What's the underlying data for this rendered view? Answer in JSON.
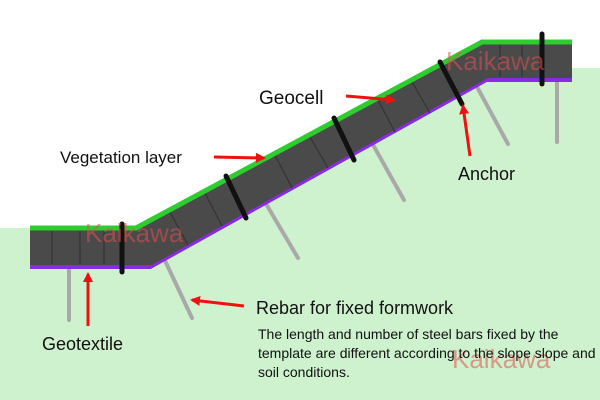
{
  "labels": {
    "geocell": "Geocell",
    "vegetation": "Vegetation layer",
    "anchor": "Anchor",
    "rebar": "Rebar for fixed formwork",
    "geotextile": "Geotextile"
  },
  "note": "The length and number of steel bars fixed by the template are different according to the slope slope and soil conditions.",
  "watermark": "Kaikawa",
  "colors": {
    "ground": "#cdf2cd",
    "geocell": "#4a4a4a",
    "vegetation": "#2ecc2e",
    "geotextile": "#8a2be2",
    "rebar": "#a9a9a9",
    "anchor": "#111111",
    "arrow": "#ee1111"
  }
}
